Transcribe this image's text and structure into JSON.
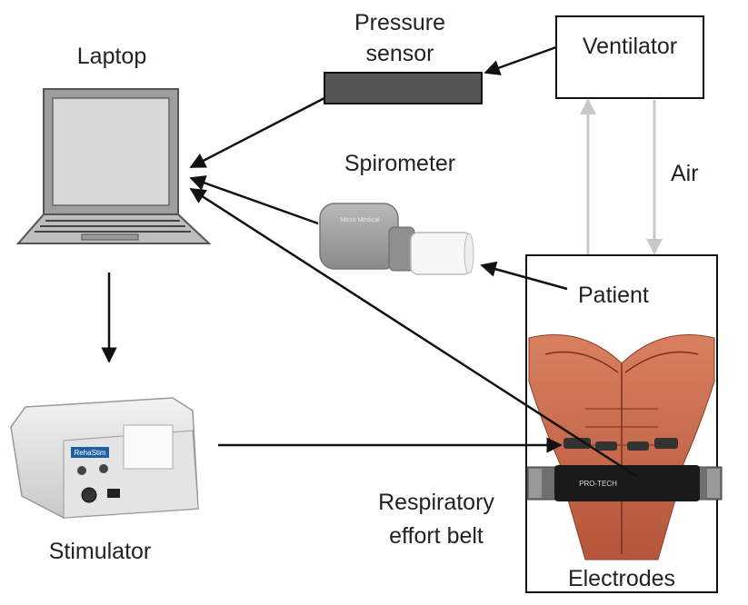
{
  "labels": {
    "laptop": "Laptop",
    "pressure_sensor_line1": "Pressure",
    "pressure_sensor_line2": "sensor",
    "ventilator": "Ventilator",
    "spirometer": "Spirometer",
    "air": "Air",
    "patient": "Patient",
    "stimulator": "Stimulator",
    "belt_line1": "Respiratory",
    "belt_line2": "effort belt",
    "electrodes": "Electrodes"
  },
  "device_text": {
    "spirometer_brand": "Micro Medical",
    "stimulator_brand": "RehaStim",
    "belt_brand": "PRO-TECH"
  },
  "colors": {
    "arrow": "#111111",
    "air_arrow": "#c8c8c8",
    "sensor_fill": "#555555",
    "laptop_body": "#bdbdbd",
    "laptop_screen": "#d3d3d3",
    "muscle": "#c8674a"
  }
}
